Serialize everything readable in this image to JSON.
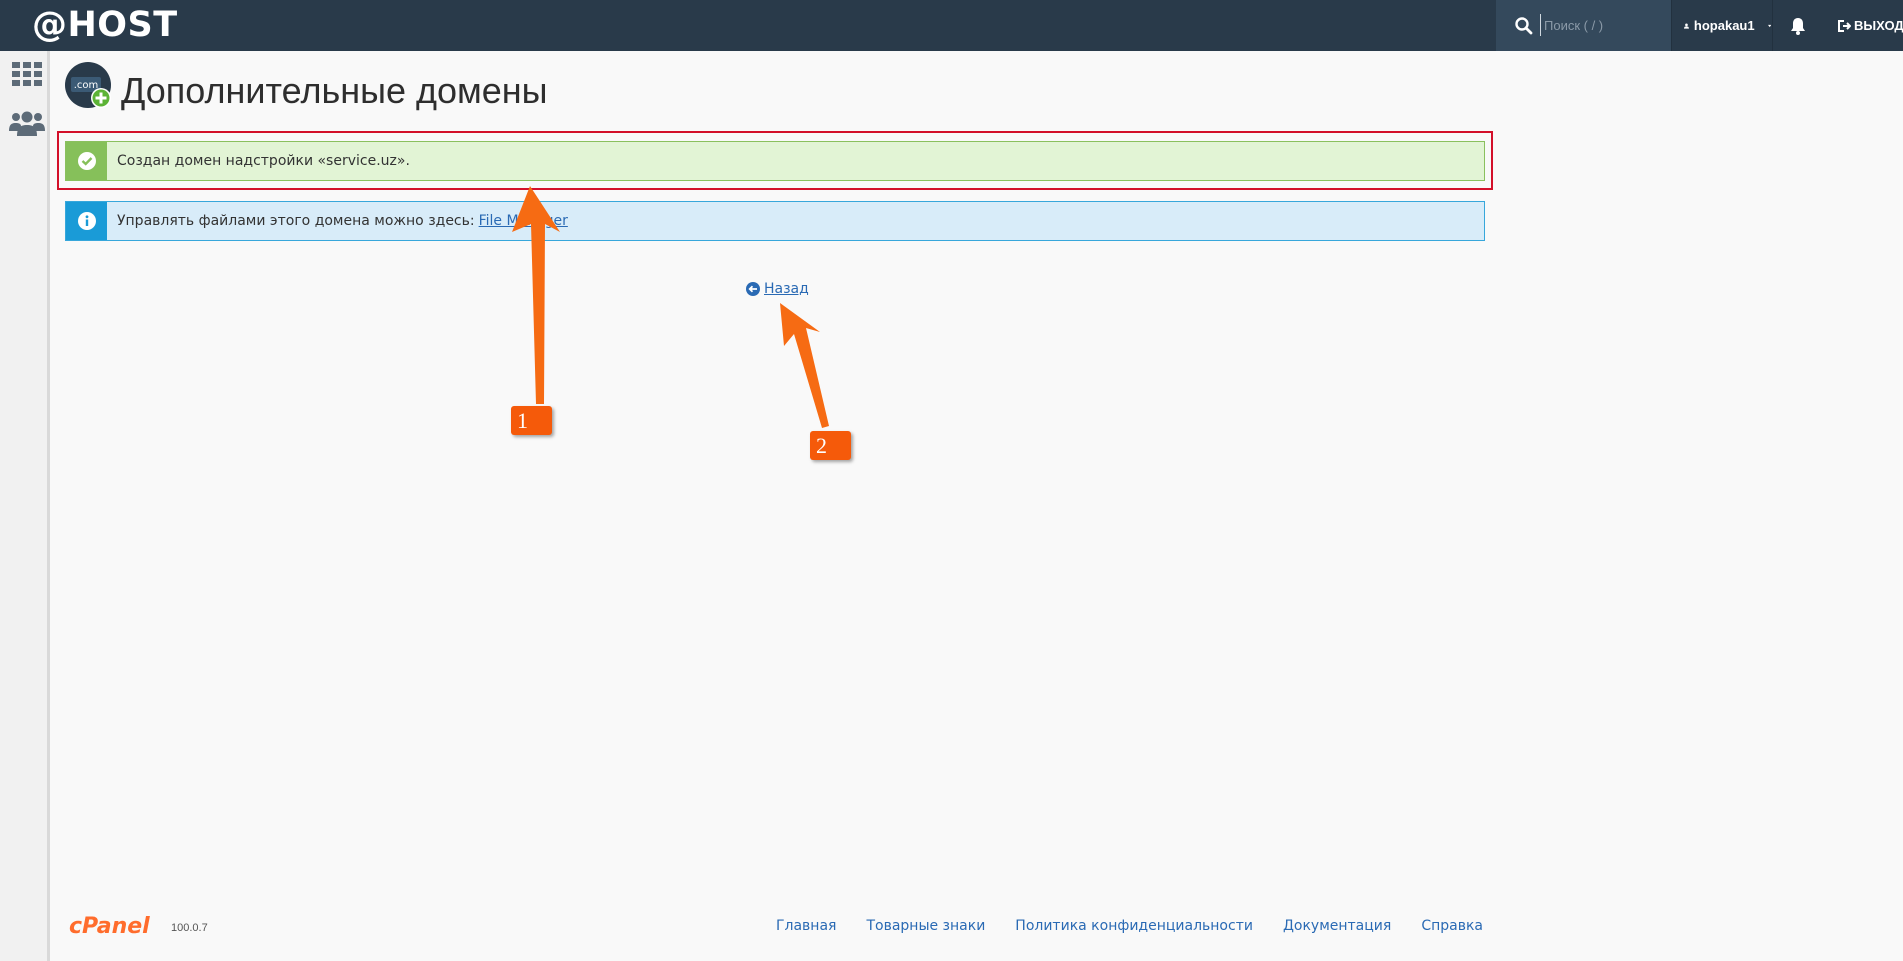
{
  "brand": {
    "name": "@HOST"
  },
  "search": {
    "placeholder": "Поиск ( / )",
    "icon": "search-icon"
  },
  "user": {
    "name": "hopakau1",
    "icon": "user-icon"
  },
  "notifications": {
    "icon": "bell-icon"
  },
  "logout": {
    "label": "ВЫХОД",
    "icon": "logout-icon"
  },
  "sidebar": {
    "items": [
      {
        "icon": "grid-icon"
      },
      {
        "icon": "users-icon"
      }
    ]
  },
  "page": {
    "title": "Дополнительные домены",
    "icon": "addon-domain-icon",
    "icon_text": ".com"
  },
  "alerts": {
    "success": {
      "text": "Создан домен надстройки «service.uz».",
      "icon": "check-circle-icon"
    },
    "info": {
      "text": "Управлять файлами этого домена можно здесь:",
      "link": "File Manager",
      "icon": "info-circle-icon"
    }
  },
  "back": {
    "label": "Назад",
    "icon": "arrow-circle-left-icon"
  },
  "annotations": [
    {
      "label": "1"
    },
    {
      "label": "2"
    }
  ],
  "footer": {
    "logo": "cPanel",
    "version": "100.0.7",
    "links": [
      "Главная",
      "Товарные знаки",
      "Политика конфиденциальности",
      "Документация",
      "Справка"
    ]
  },
  "colors": {
    "topbar": "#293a4a",
    "success": "#86c05a",
    "info": "#1a9bd7",
    "link": "#2a6ab4",
    "annotation": "#f55a0a",
    "highlight": "#d3102a",
    "cpanel": "#ff6c2c"
  }
}
